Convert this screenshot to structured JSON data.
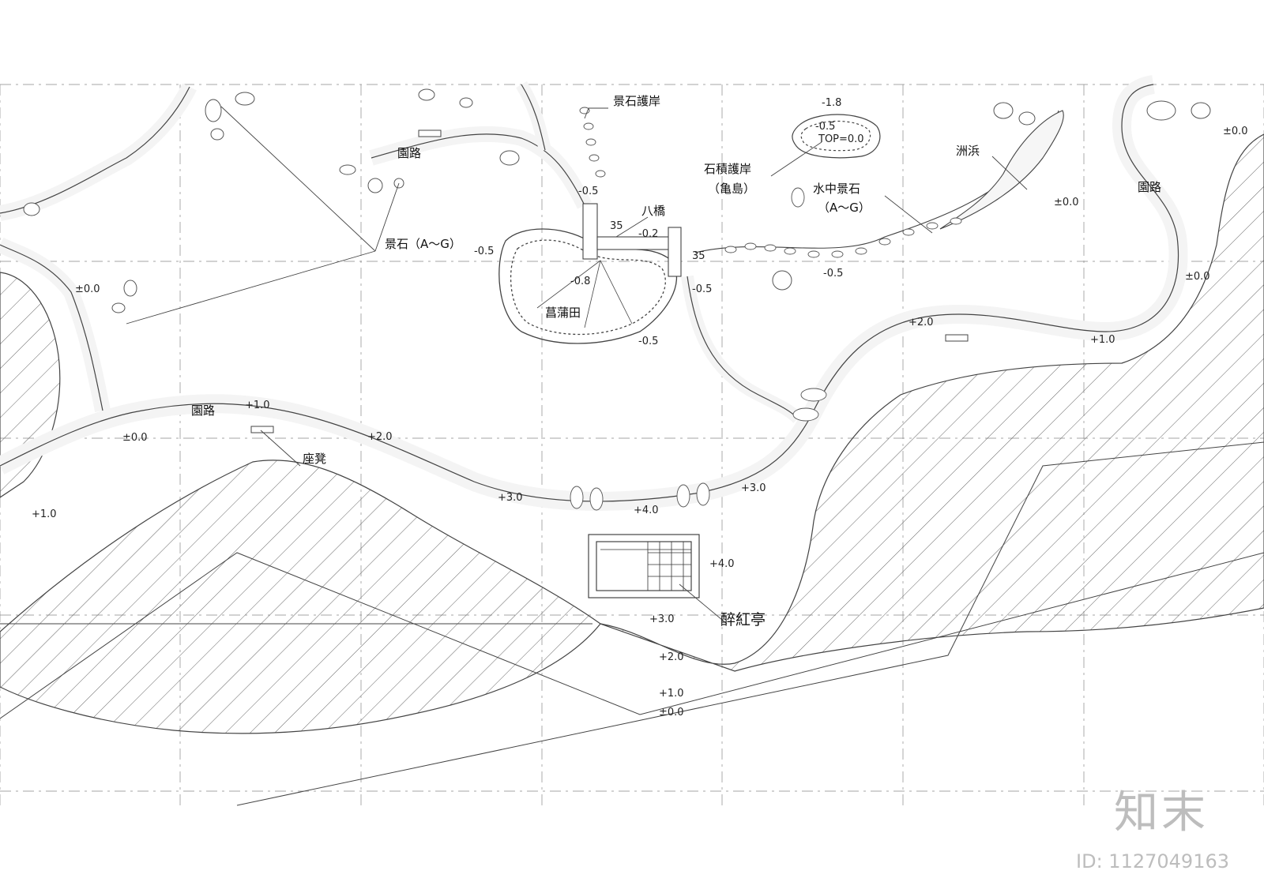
{
  "labels": {
    "keiseki_goshi": "景石護岸",
    "enro": "園路",
    "sekiseki_goshi": "石積護岸",
    "kameshima": "（亀島）",
    "suichu_keiseki": "水中景石",
    "suichu_range": "（A～G）",
    "sushu": "洲浜",
    "hashi": "八橋",
    "keiseki": "景石（A～G）",
    "shoubuta": "菖蒲田",
    "zaseki": "座凳",
    "suikoutei": "醉紅亭"
  },
  "elevations": {
    "m18": "-1.8",
    "m05": "-0.5",
    "top": "TOP=0.0",
    "p00": "±0.0",
    "m02": "-0.2",
    "m08": "-0.8",
    "m035": "35",
    "p10": "+1.0",
    "p20": "+2.0",
    "p30": "+3.0",
    "p40": "+4.0"
  },
  "watermark": {
    "brand": "知末",
    "id": "ID: 1127049163"
  },
  "colors": {
    "line": "#444444",
    "hatch": "#666666",
    "path_fill": "#f4f4f4"
  }
}
